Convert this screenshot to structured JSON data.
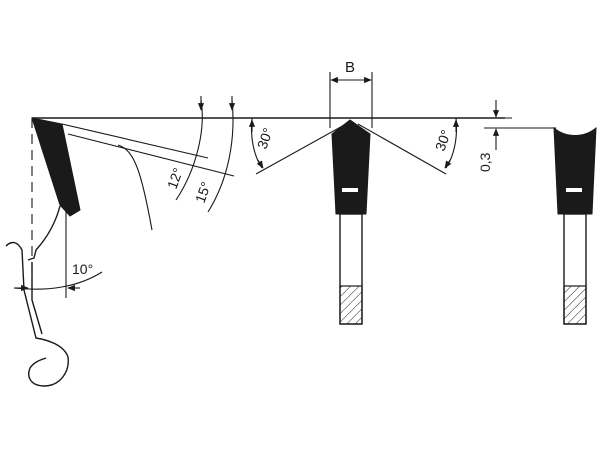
{
  "diagram": {
    "labels": {
      "width": "B",
      "angle_top_left": "30°",
      "angle_top_right": "30°",
      "height_offset": "0,3",
      "angle_clearance_1": "12°",
      "angle_clearance_2": "15°",
      "angle_hook": "10°"
    }
  }
}
